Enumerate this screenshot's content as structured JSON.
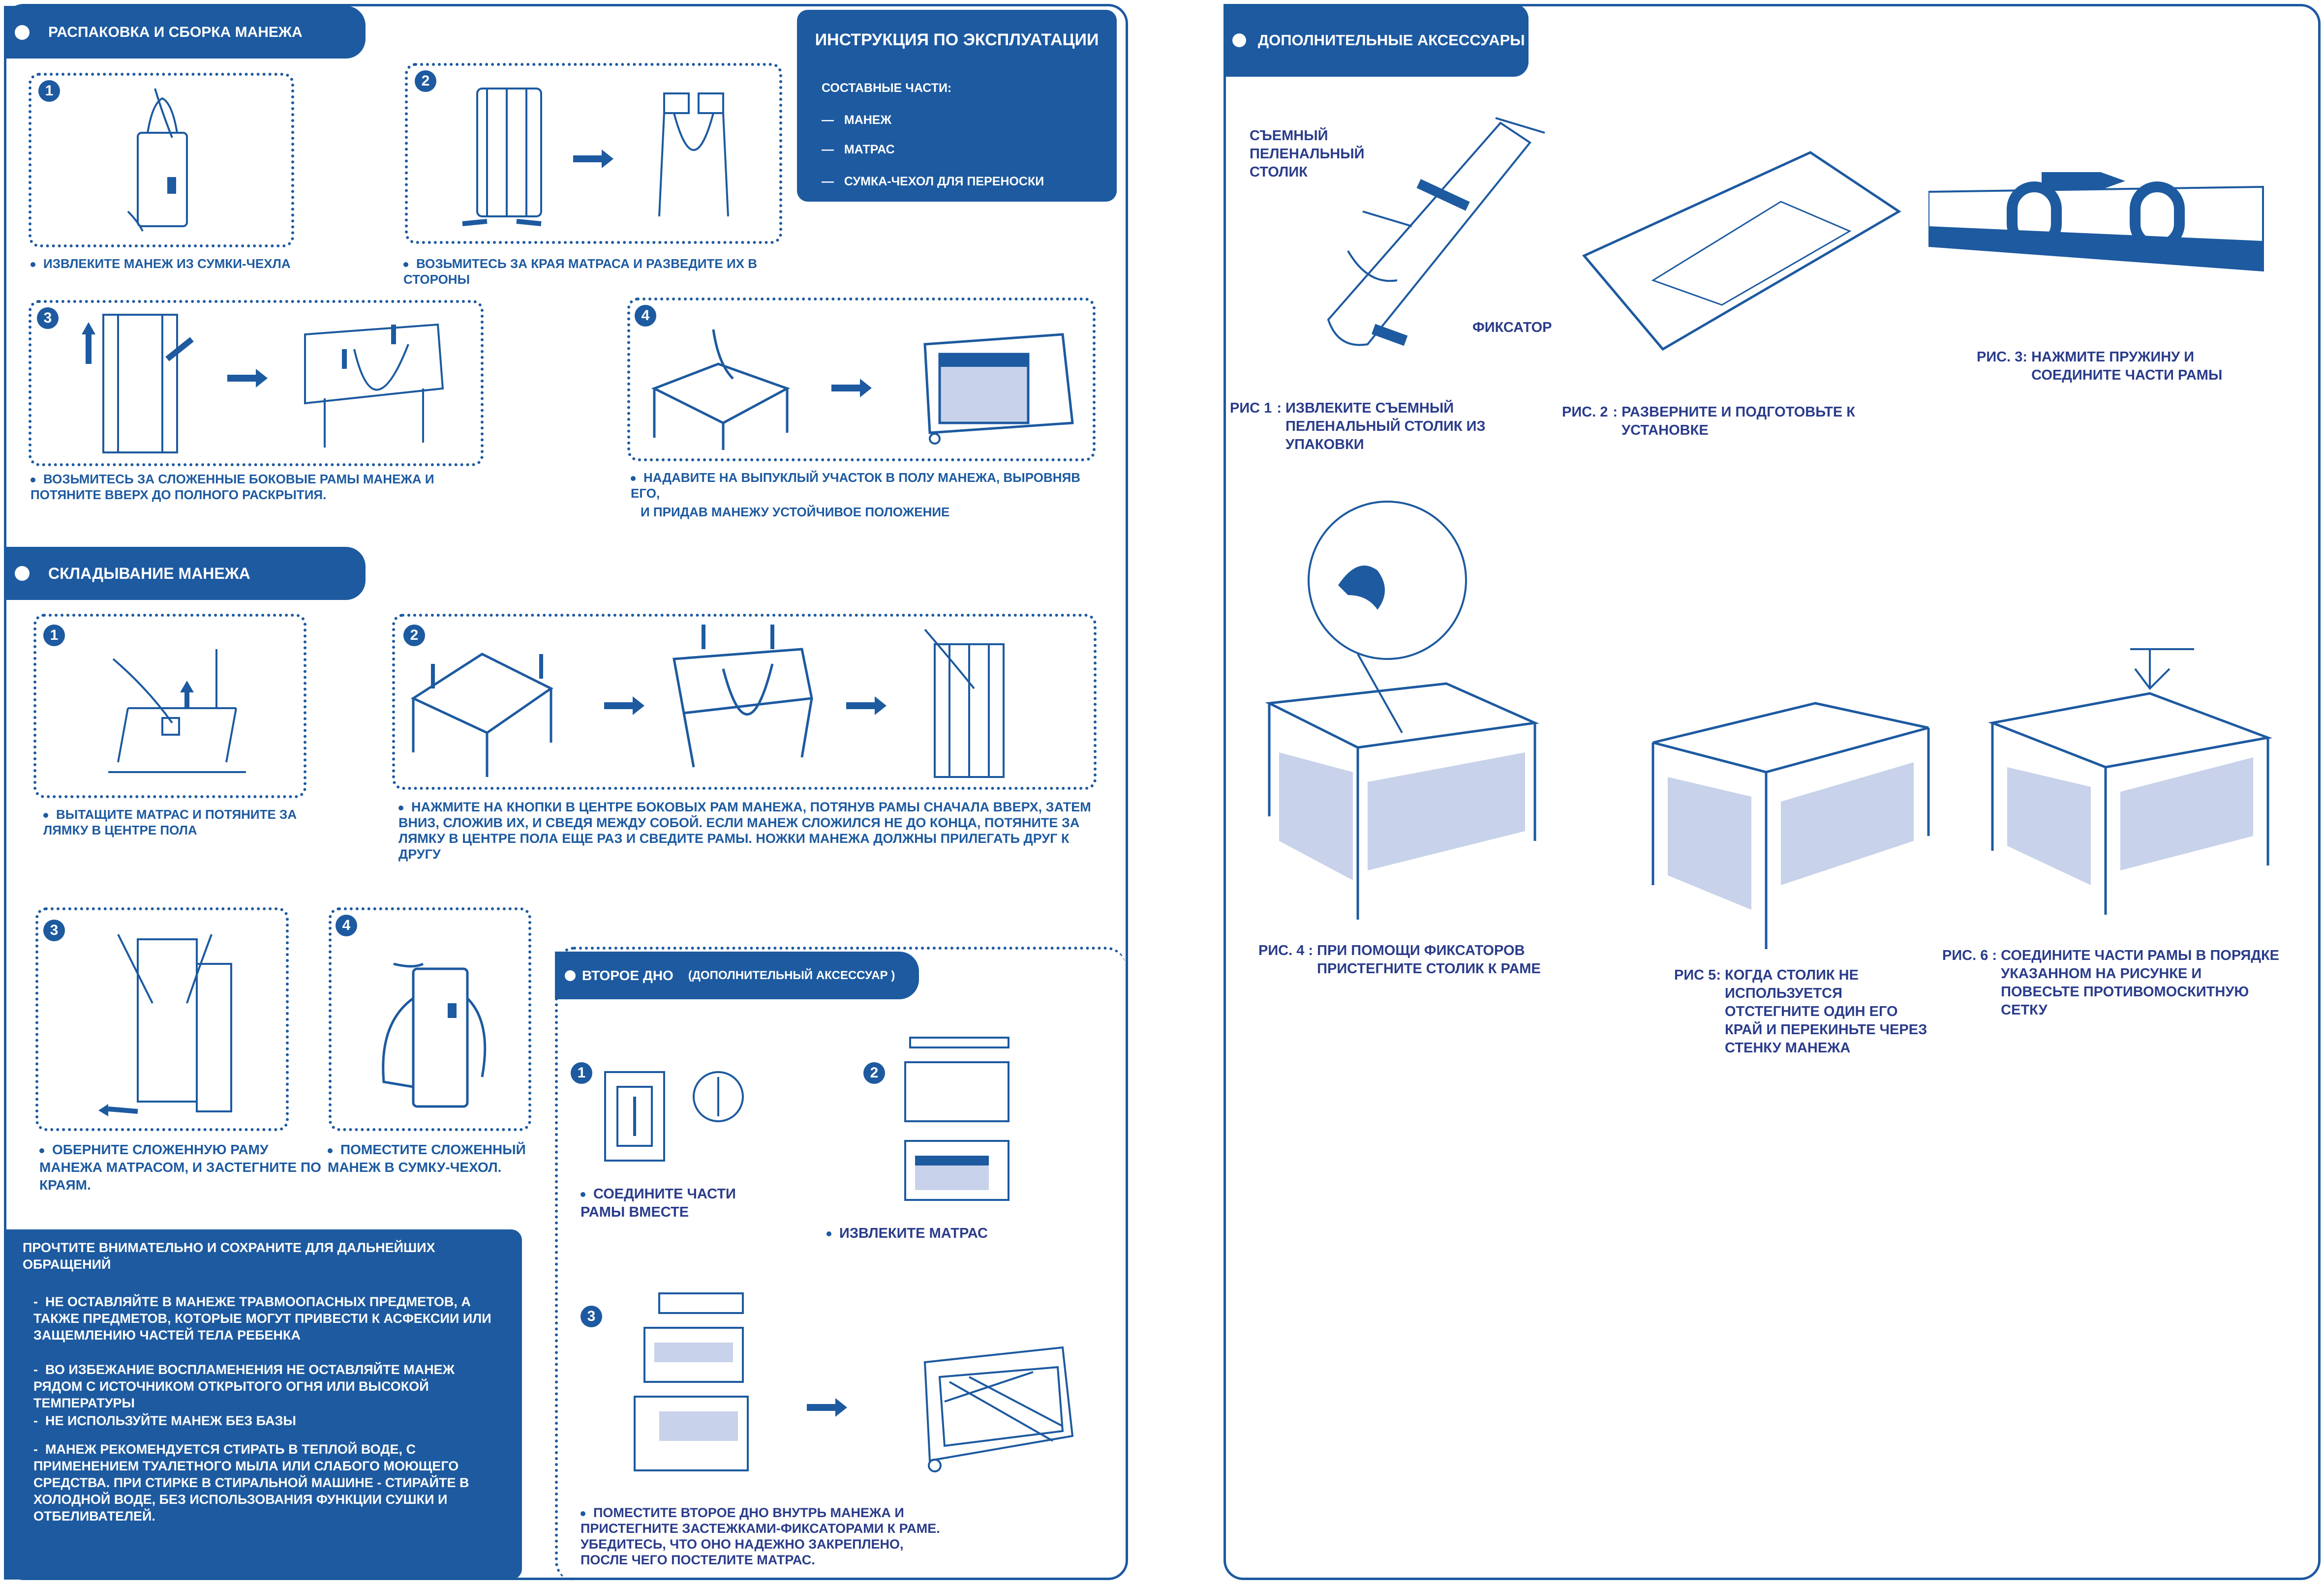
{
  "left_panel": {
    "unpack_section": {
      "title": "РАСПАКОВКА И СБОРКА МАНЕЖА",
      "steps": [
        {
          "num": "1",
          "text": "ИЗВЛЕКИТЕ МАНЕЖ ИЗ СУМКИ-ЧЕХЛА"
        },
        {
          "num": "2",
          "text": "ВОЗЬМИТЕСЬ ЗА КРАЯ МАТРАСА И РАЗВЕДИТЕ ИХ В СТОРОНЫ"
        },
        {
          "num": "3",
          "text": "ВОЗЬМИТЕСЬ ЗА СЛОЖЕННЫЕ БОКОВЫЕ РАМЫ МАНЕЖА И ПОТЯНИТЕ ВВЕРХ ДО ПОЛНОГО РАСКРЫТИЯ."
        },
        {
          "num": "4",
          "text_1": "НАДАВИТЕ НА ВЫПУКЛЫЙ УЧАСТОК В ПОЛУ МАНЕЖА, ВЫРОВНЯВ ЕГО,",
          "text_2": "И ПРИДАВ МАНЕЖУ УСТОЙЧИВОЕ ПОЛОЖЕНИЕ"
        }
      ]
    },
    "instructions": {
      "title": "ИНСТРУКЦИЯ ПО ЭКСПЛУАТАЦИИ",
      "parts_label": "СОСТАВНЫЕ ЧАСТИ:",
      "parts": [
        "МАНЕЖ",
        "МАТРАС",
        "СУМКА-ЧЕХОЛ ДЛЯ ПЕРЕНОСКИ"
      ]
    },
    "fold_section": {
      "title": "СКЛАДЫВАНИЕ МАНЕЖА",
      "steps": [
        {
          "num": "1",
          "text": "ВЫТАЩИТЕ МАТРАС И ПОТЯНИТЕ ЗА ЛЯМКУ В ЦЕНТРЕ ПОЛА"
        },
        {
          "num": "2",
          "text": "НАЖМИТЕ НА КНОПКИ В ЦЕНТРЕ БОКОВЫХ РАМ МАНЕЖА, ПОТЯНУВ РАМЫ СНАЧАЛА ВВЕРХ, ЗАТЕМ ВНИЗ, СЛОЖИВ ИХ, И СВЕДЯ МЕЖДУ СОБОЙ. ЕСЛИ МАНЕЖ СЛОЖИЛСЯ НЕ ДО КОНЦА, ПОТЯНИТЕ ЗА ЛЯМКУ В ЦЕНТРЕ ПОЛА ЕЩЕ РАЗ И СВЕДИТЕ РАМЫ. НОЖКИ МАНЕЖА ДОЛЖНЫ ПРИЛЕГАТЬ ДРУГ К ДРУГУ"
        },
        {
          "num": "3",
          "text": "ОБЕРНИТЕ СЛОЖЕННУЮ РАМУ МАНЕЖА МАТРАСОМ, И ЗАСТЕГНИТЕ ПО КРАЯМ."
        },
        {
          "num": "4",
          "text": "ПОМЕСТИТЕ СЛОЖЕННЫЙ МАНЕЖ В СУМКУ-ЧЕХОЛ."
        }
      ]
    },
    "warnings": {
      "title": "ПРОЧТИТЕ ВНИМАТЕЛЬНО И СОХРАНИТЕ ДЛЯ ДАЛЬНЕЙШИХ ОБРАЩЕНИЙ",
      "items": [
        "НЕ ОСТАВЛЯЙТЕ В МАНЕЖЕ ТРАВМООПАСНЫХ ПРЕДМЕТОВ, А ТАКЖЕ ПРЕДМЕТОВ, КОТОРЫЕ МОГУТ ПРИВЕСТИ К АСФЕКСИИ ИЛИ ЗАЩЕМЛЕНИЮ ЧАСТЕЙ ТЕЛА РЕБЕНКА",
        "ВО ИЗБЕЖАНИЕ ВОСПЛАМЕНЕНИЯ НЕ ОСТАВЛЯЙТЕ МАНЕЖ РЯДОМ С ИСТОЧНИКОМ ОТКРЫТОГО ОГНЯ ИЛИ ВЫСОКОЙ ТЕМПЕРАТУРЫ",
        "НЕ ИСПОЛЬЗУЙТЕ МАНЕЖ БЕЗ БАЗЫ",
        "МАНЕЖ РЕКОМЕНДУЕТСЯ СТИРАТЬ В ТЕПЛОЙ ВОДЕ, С ПРИМЕНЕНИЕМ ТУАЛЕТНОГО МЫЛА ИЛИ СЛАБОГО МОЮЩЕГО СРЕДСТВА. ПРИ СТИРКЕ В СТИРАЛЬНОЙ МАШИНЕ - СТИРАЙТЕ В ХОЛОДНОЙ ВОДЕ, БЕЗ ИСПОЛЬЗОВАНИЯ ФУНКЦИИ СУШКИ И ОТБЕЛИВАТЕЛЕЙ."
      ]
    },
    "second_bottom": {
      "title": "ВТОРОЕ ДНО",
      "subtitle": "(ДОПОЛНИТЕЛЬНЫЙ АКСЕССУАР )",
      "steps": [
        {
          "num": "1",
          "text": "СОЕДИНИТЕ ЧАСТИ РАМЫ ВМЕСТЕ"
        },
        {
          "num": "2",
          "text": "ИЗВЛЕКИТЕ МАТРАС"
        },
        {
          "num": "3",
          "text": "ПОМЕСТИТЕ ВТОРОЕ ДНО ВНУТРЬ МАНЕЖА И ПРИСТЕГНИТЕ ЗАСТЕЖКАМИ-ФИКСАТОРАМИ К РАМЕ. УБЕДИТЕСЬ, ЧТО ОНО НАДЕЖНО ЗАКРЕПЛЕНО, ПОСЛЕ ЧЕГО ПОСТЕЛИТЕ МАТРАС."
        }
      ]
    }
  },
  "right_panel": {
    "title": "ДОПОЛНИТЕЛЬНЫЕ АКСЕССУАРЫ",
    "changing_table_label": "СЪЕМНЫЙ ПЕЛЕНАЛЬНЫЙ СТОЛИК",
    "latch_label": "ФИКСАТОР",
    "figures": [
      {
        "label": "РИС 1",
        "text": "ИЗВЛЕКИТЕ СЪЕМНЫЙ ПЕЛЕНАЛЬНЫЙ СТОЛИК ИЗ УПАКОВКИ"
      },
      {
        "label": "РИС. 2",
        "text": "РАЗВЕРНИТЕ И ПОДГОТОВЬТЕ К УСТАНОВКЕ"
      },
      {
        "label": "РИС. 3",
        "text": "НАЖМИТЕ ПРУЖИНУ И СОЕДИНИТЕ ЧАСТИ РАМЫ"
      },
      {
        "label": "РИС. 4",
        "text": "ПРИ ПОМОЩИ ФИКСАТОРОВ ПРИСТЕГНИТЕ СТОЛИК К РАМЕ"
      },
      {
        "label": "РИС 5",
        "text": "КОГДА СТОЛИК НЕ ИСПОЛЬЗУЕТСЯ ОТСТЕГНИТЕ ОДИН ЕГО КРАЙ И ПЕРЕКИНЬТЕ ЧЕРЕЗ СТЕНКУ МАНЕЖА"
      },
      {
        "label": "РИС. 6",
        "text": "СОЕДИНИТЕ ЧАСТИ РАМЫ В ПОРЯДКЕ УКАЗАННОМ НА РИСУНКЕ И ПОВЕСЬТЕ ПРОТИВОМОСКИТНУЮ СЕТКУ"
      }
    ]
  },
  "colors": {
    "primary": "#1d5aa0",
    "accent_text": "#2a3c8a",
    "mesh": "#c8d2ea"
  }
}
